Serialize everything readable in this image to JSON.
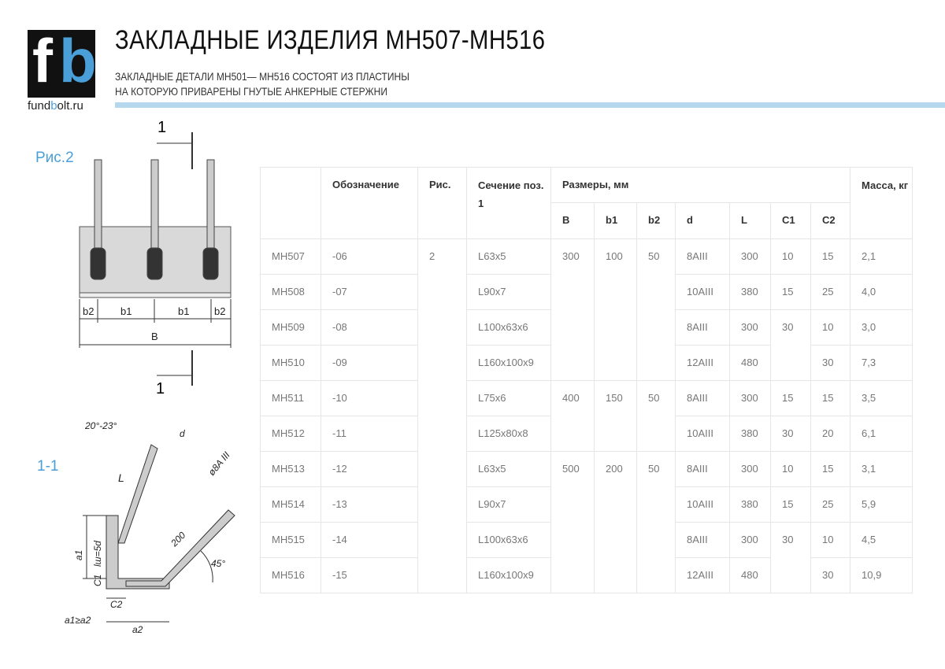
{
  "header": {
    "logo_text": "fb",
    "site": "fund",
    "site_accent": "b",
    "site_rest": "olt.ru",
    "title": "ЗАКЛАДНЫЕ ИЗДЕЛИЯ МН507-МН516",
    "subtitle_line1": "ЗАКЛАДНЫЕ ДЕТАЛИ МН501— МН516 СОСТОЯТ ИЗ ПЛАСТИНЫ",
    "subtitle_line2": "НА КОТОРУЮ ПРИВАРЕНЫ ГНУТЫЕ АНКЕРНЫЕ СТЕРЖНИ"
  },
  "drawing": {
    "fig_label": "Рис.2",
    "cut_top": "1",
    "cut_bottom": "1",
    "b2_left": "b2",
    "b1_left": "b1",
    "b1_right": "b1",
    "b2_right": "b2",
    "B": "B",
    "section_label": "1-1",
    "angle_top": "20°-23°",
    "d": "d",
    "L": "L",
    "rebar": "ø8A III",
    "len200": "200",
    "angle45": "45°",
    "a1": "a1",
    "lw": "lш=5d",
    "C1": "C1",
    "C2": "C2",
    "cond": "a1≥a2",
    "a2": "a2"
  },
  "table": {
    "headers": {
      "designation": "Обозначение",
      "fig": "Рис.",
      "section": "Сечение поз. 1",
      "dims": "Размеры, мм",
      "mass": "Масса, кг",
      "B": "B",
      "b1": "b1",
      "b2": "b2",
      "d": "d",
      "L": "L",
      "C1": "C1",
      "C2": "C2"
    },
    "fig_value": "2",
    "rows": [
      {
        "name": "МН507",
        "code": "-06",
        "section": "L63x5",
        "d": "8AIII",
        "L": "300",
        "C2": "15",
        "mass": "2,1"
      },
      {
        "name": "МН508",
        "code": "-07",
        "section": "L90x7",
        "d": "10AIII",
        "L": "380",
        "C2": "25",
        "mass": "4,0"
      },
      {
        "name": "МН509",
        "code": "-08",
        "section": "L100x63x6",
        "d": "8AIII",
        "L": "300",
        "C2": "10",
        "mass": "3,0"
      },
      {
        "name": "МН510",
        "code": "-09",
        "section": "L160x100x9",
        "d": "12AIII",
        "L": "480",
        "C2": "30",
        "mass": "7,3"
      },
      {
        "name": "МН511",
        "code": "-10",
        "section": "L75x6",
        "d": "8AIII",
        "L": "300",
        "C2": "15",
        "mass": "3,5"
      },
      {
        "name": "МН512",
        "code": "-11",
        "section": "L125x80x8",
        "d": "10AIII",
        "L": "380",
        "C2": "20",
        "mass": "6,1"
      },
      {
        "name": "МН513",
        "code": "-12",
        "section": "L63x5",
        "d": "8AIII",
        "L": "300",
        "C2": "15",
        "mass": "3,1"
      },
      {
        "name": "МН514",
        "code": "-13",
        "section": "L90x7",
        "d": "10AIII",
        "L": "380",
        "C2": "25",
        "mass": "5,9"
      },
      {
        "name": "МН515",
        "code": "-14",
        "section": "L100x63x6",
        "d": "8AIII",
        "L": "300",
        "C2": "10",
        "mass": "4,5"
      },
      {
        "name": "МН516",
        "code": "-15",
        "section": "L160x100x9",
        "d": "12AIII",
        "L": "480",
        "C2": "30",
        "mass": "10,9"
      }
    ],
    "groups": [
      {
        "start": 0,
        "span": 4,
        "B": "300",
        "b1": "100",
        "b2": "50"
      },
      {
        "start": 4,
        "span": 2,
        "B": "400",
        "b1": "150",
        "b2": "50"
      },
      {
        "start": 6,
        "span": 4,
        "B": "500",
        "b1": "200",
        "b2": "50"
      }
    ],
    "c1": [
      {
        "start": 0,
        "span": 1,
        "v": "10"
      },
      {
        "start": 1,
        "span": 1,
        "v": "15"
      },
      {
        "start": 2,
        "span": 2,
        "v": "30"
      },
      {
        "start": 4,
        "span": 1,
        "v": "15"
      },
      {
        "start": 5,
        "span": 1,
        "v": "30"
      },
      {
        "start": 6,
        "span": 1,
        "v": "10"
      },
      {
        "start": 7,
        "span": 1,
        "v": "15"
      },
      {
        "start": 8,
        "span": 2,
        "v": "30"
      }
    ]
  },
  "colors": {
    "accent": "#4a9fd8",
    "bar": "#b6d8ef"
  }
}
